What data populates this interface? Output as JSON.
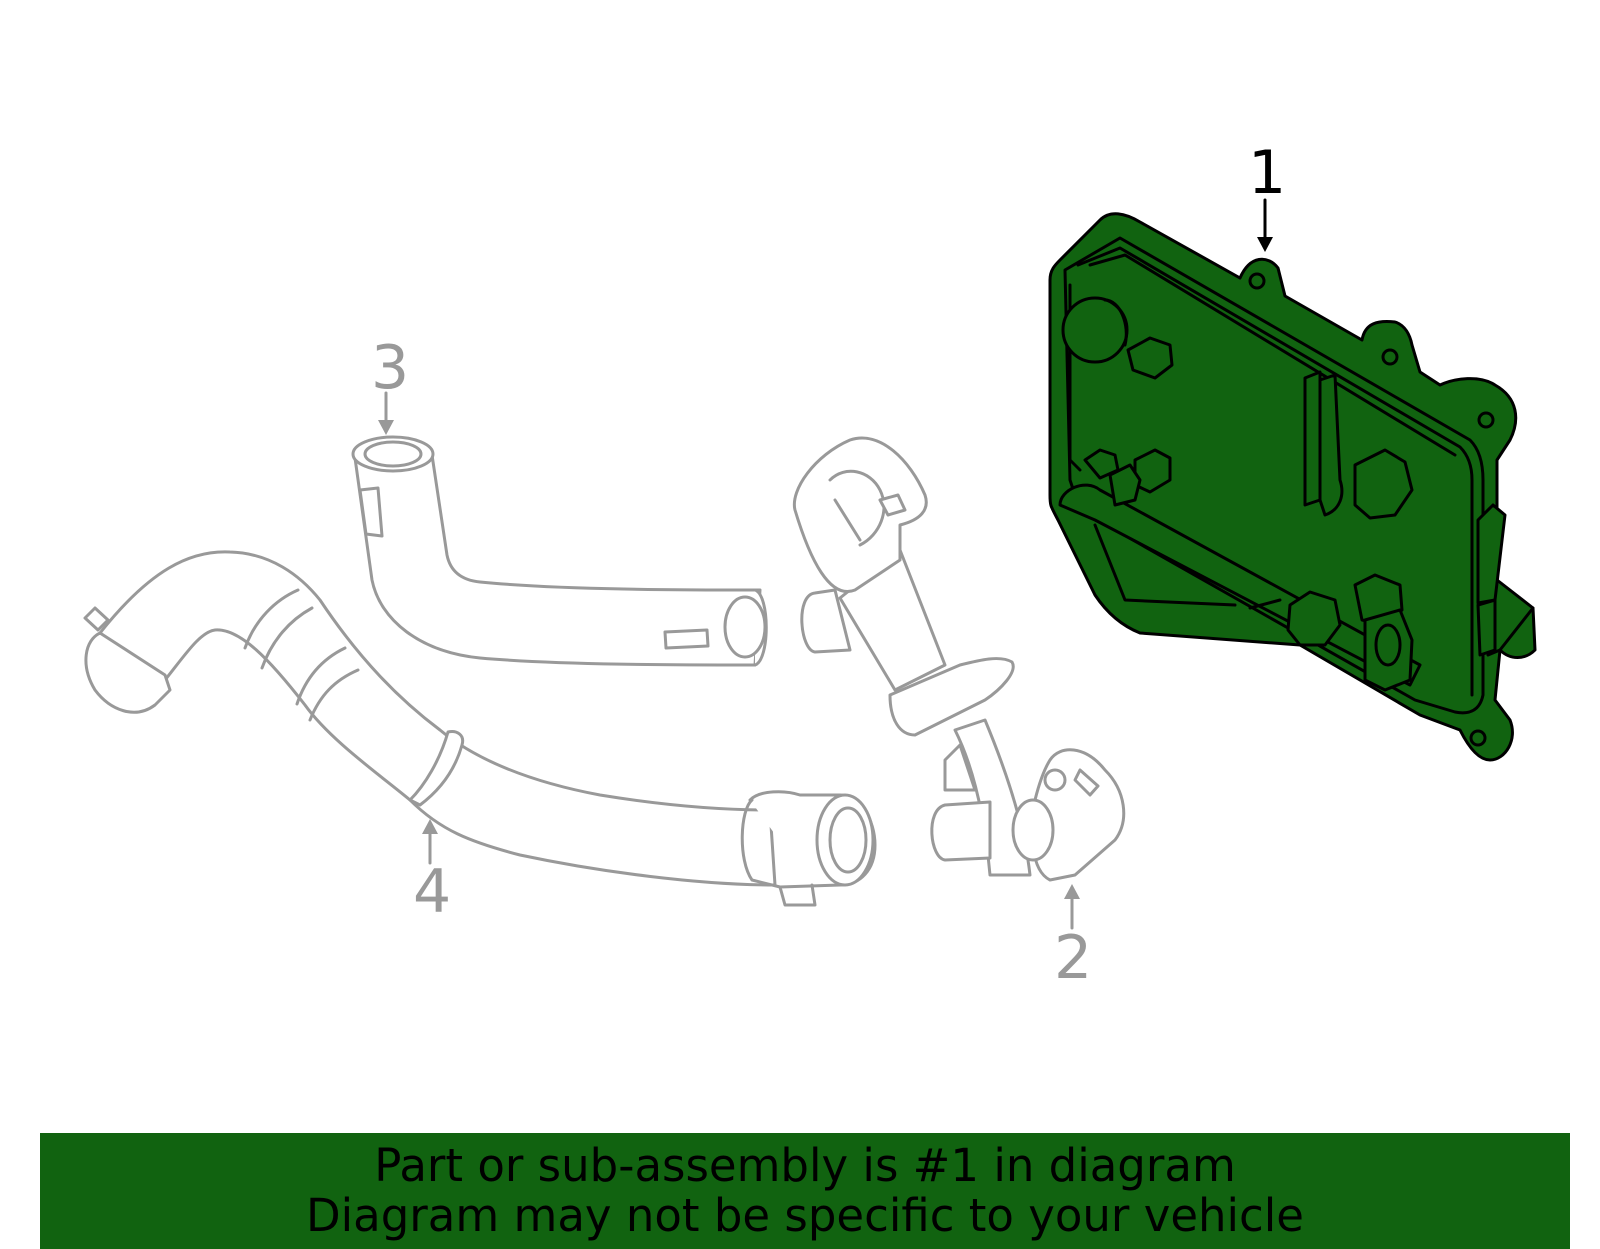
{
  "colors": {
    "highlight": "#116310",
    "outline_gray": "#999999",
    "outline_black": "#000000",
    "banner_background": "#116310",
    "banner_text": "#000000"
  },
  "callouts": [
    {
      "id": "1",
      "label": "1",
      "part": "highlighted-cooler-assembly",
      "color": "#000000"
    },
    {
      "id": "2",
      "label": "2",
      "part": "coolant-pipe-with-connectors",
      "color": "#999999"
    },
    {
      "id": "3",
      "label": "3",
      "part": "bent-tube",
      "color": "#999999"
    },
    {
      "id": "4",
      "label": "4",
      "part": "curved-hose",
      "color": "#999999"
    }
  ],
  "banner": {
    "line1": "Part or sub-assembly is #1 in diagram",
    "line2": "Diagram may not be specific to your vehicle"
  }
}
